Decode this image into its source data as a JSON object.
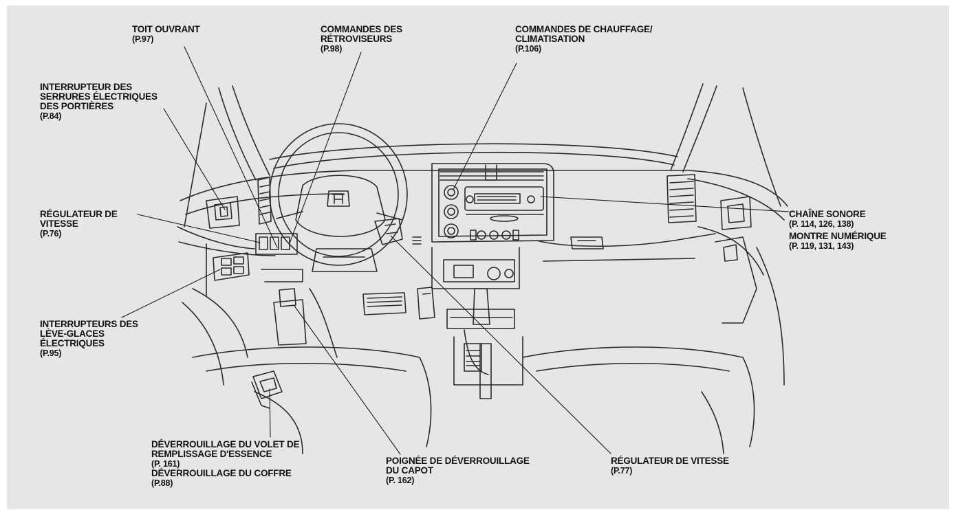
{
  "colors": {
    "background": "#e6e6e6",
    "ink": "#111111",
    "line": "#2a2a2a"
  },
  "labels": {
    "toit": {
      "lines": [
        "TOIT OUVRANT"
      ],
      "ref": "(P.97)"
    },
    "retro": {
      "lines": [
        "COMMANDES DES",
        "RÉTROVISEURS"
      ],
      "ref": "(P.98)"
    },
    "chauffage": {
      "lines": [
        "COMMANDES DE CHAUFFAGE/",
        "CLIMATISATION"
      ],
      "ref": "(P.106)"
    },
    "serrures": {
      "lines": [
        "INTERRUPTEUR DES",
        "SERRURES ÉLECTRIQUES",
        "DES PORTIÈRES"
      ],
      "ref": "(P.84)"
    },
    "regulateur_left": {
      "lines": [
        "RÉGULATEUR DE",
        "VITESSE"
      ],
      "ref": "(P.76)"
    },
    "chaine": {
      "lines": [
        "CHAÎNE SONORE"
      ],
      "ref": "(P. 114, 126, 138)"
    },
    "montre": {
      "lines": [
        "MONTRE NUMÉRIQUE"
      ],
      "ref": "(P. 119, 131, 143)"
    },
    "leveglaces": {
      "lines": [
        "INTERRUPTEURS DES",
        "LÈVE-GLACES",
        "ÉLECTRIQUES"
      ],
      "ref": "(P.95)"
    },
    "essence": {
      "lines": [
        "DÉVERROUILLAGE DU VOLET DE",
        "REMPLISSAGE D'ESSENCE"
      ],
      "ref": "(P. 161)"
    },
    "coffre": {
      "lines": [
        "DÉVERROUILLAGE DU COFFRE"
      ],
      "ref": "(P.88)"
    },
    "capot": {
      "lines": [
        "POIGNÉE DE DÉVERROUILLAGE",
        "DU CAPOT"
      ],
      "ref": "(P. 162)"
    },
    "regulateur_right": {
      "lines": [
        "RÉGULATEUR DE VITESSE"
      ],
      "ref": "(P.77)"
    }
  }
}
